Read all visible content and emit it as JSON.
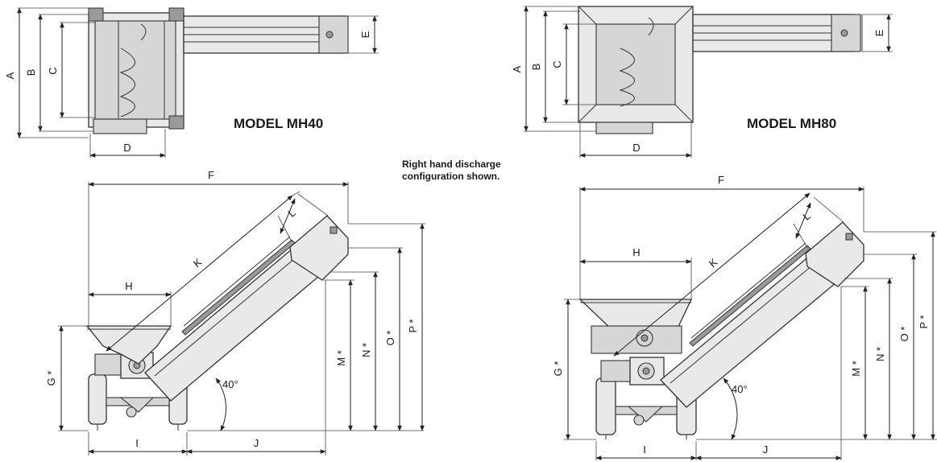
{
  "models": [
    {
      "title": "MODEL MH40",
      "top_view_labels": [
        "A",
        "B",
        "C",
        "D",
        "E"
      ],
      "side_view_labels": [
        "F",
        "H",
        "K",
        "L",
        "G *",
        "M *",
        "N *",
        "O *",
        "P *",
        "I",
        "J"
      ],
      "angle": "40°"
    },
    {
      "title": "MODEL MH80",
      "top_view_labels": [
        "A",
        "B",
        "C",
        "D",
        "E"
      ],
      "side_view_labels": [
        "F",
        "H",
        "K",
        "L",
        "G *",
        "M *",
        "N *",
        "O *",
        "P *",
        "I",
        "J"
      ],
      "angle": "40°"
    }
  ],
  "note": {
    "line1": "Right hand discharge",
    "line2": "configuration shown."
  },
  "colors": {
    "line": "#222222",
    "fill": "#e9e9e9",
    "shade": "#9a9a9a"
  }
}
